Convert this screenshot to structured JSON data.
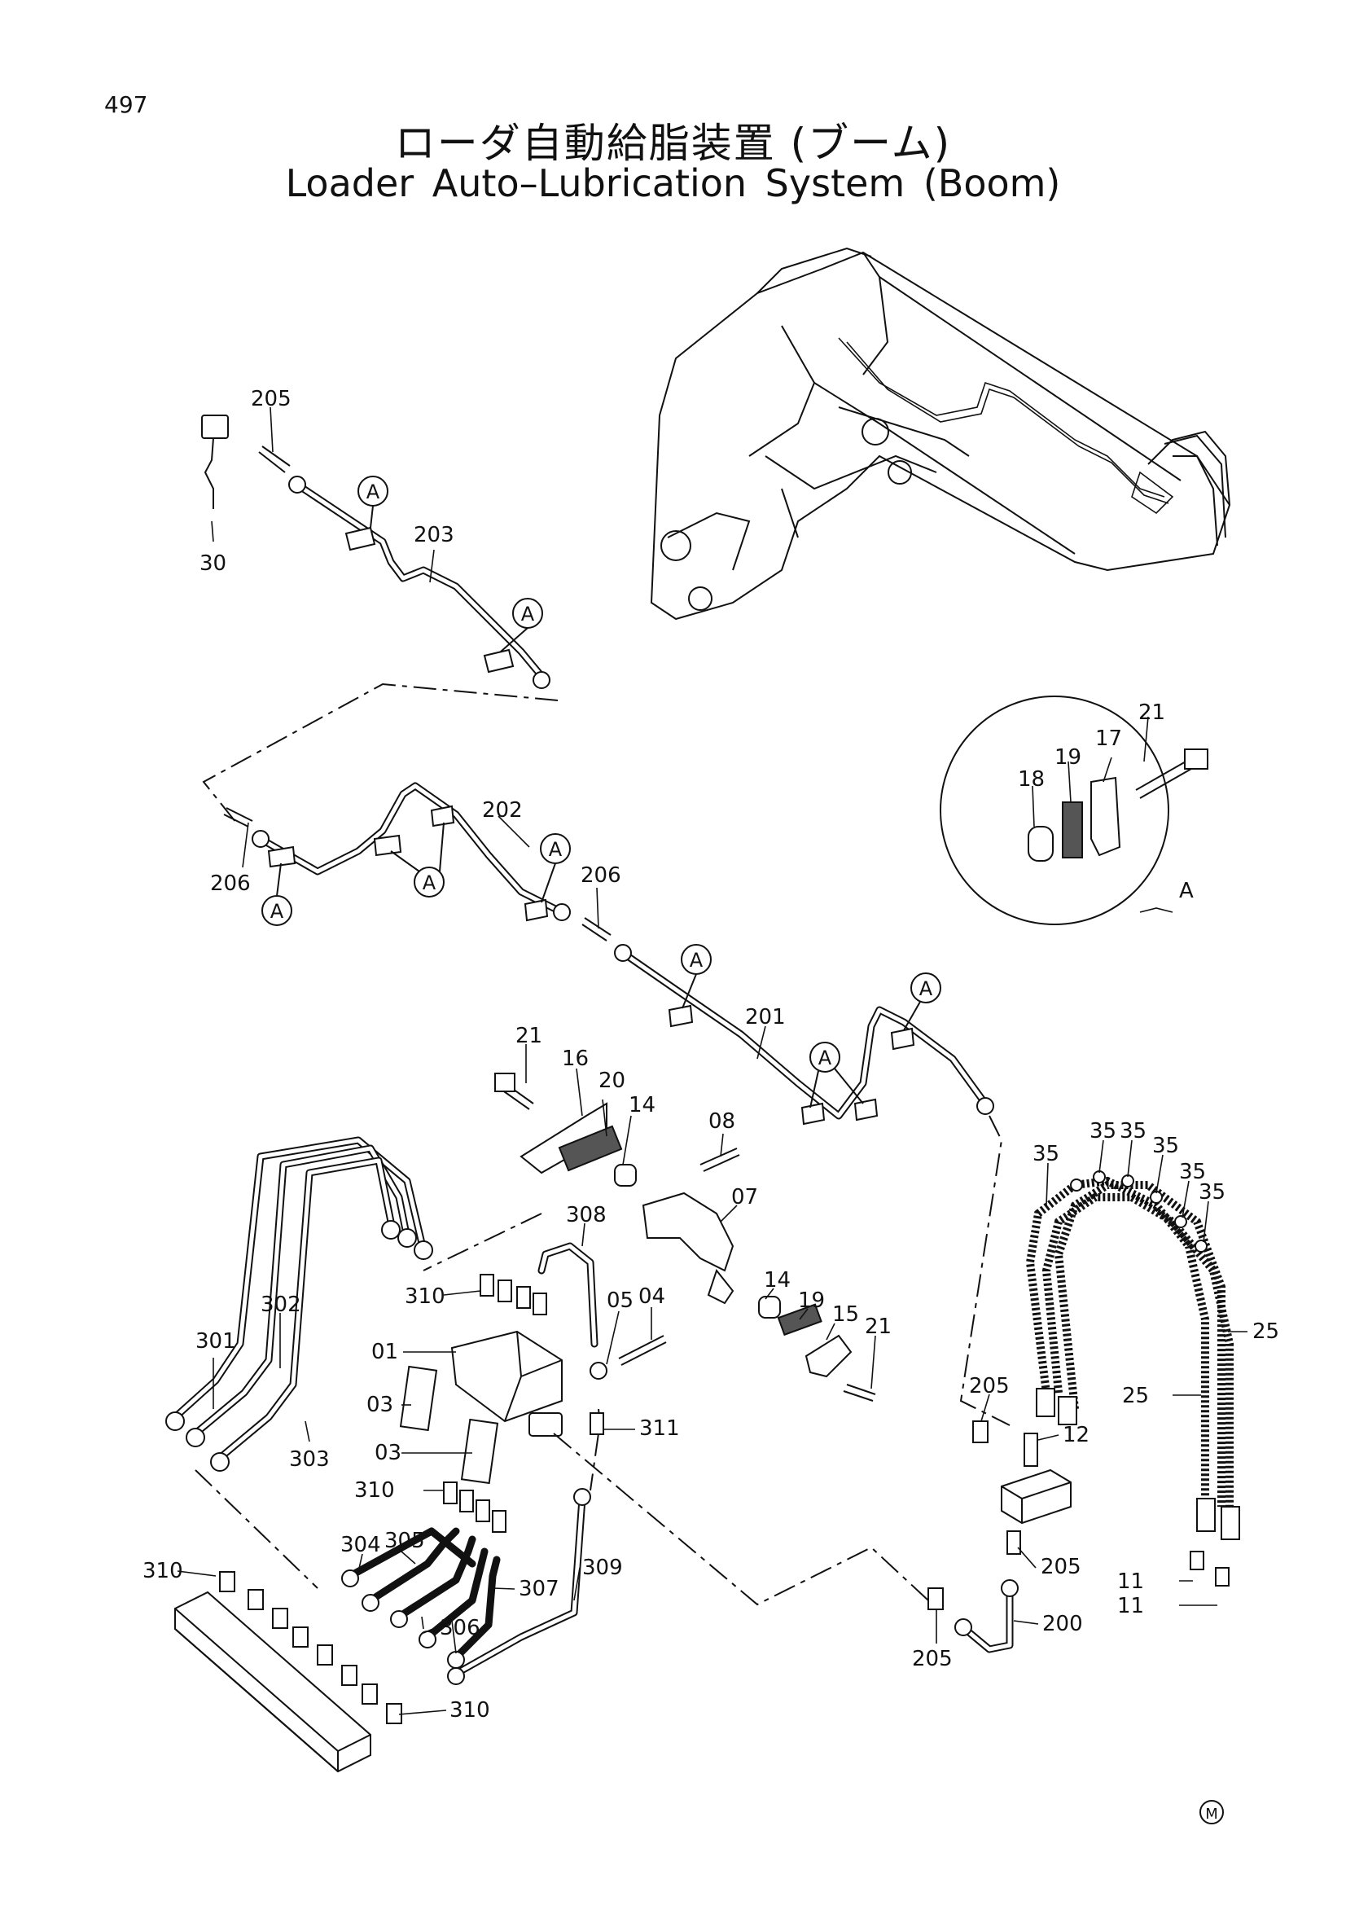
{
  "page": {
    "number": "497",
    "title_jp": "ローダ自動給脂装置 (ブーム)",
    "title_en": "Loader Auto–Lubrication System (Boom)",
    "mark": "M"
  },
  "detail_view": {
    "letter": "A"
  },
  "callouts": {
    "ref_letter": "A"
  },
  "part_labels": {
    "p30": "30",
    "p205a": "205",
    "p203": "203",
    "p202": "202",
    "p206a": "206",
    "p206b": "206",
    "p201": "201",
    "p21a": "21",
    "p17": "17",
    "p19a": "19",
    "p18": "18",
    "p21b": "21",
    "p16": "16",
    "p20": "20",
    "p14a": "14",
    "p08": "08",
    "p07": "07",
    "p14b": "14",
    "p19b": "19",
    "p15": "15",
    "p21c": "21",
    "p308": "308",
    "p310a": "310",
    "p05": "05",
    "p04": "04",
    "p302": "302",
    "p301": "301",
    "p01": "01",
    "p03a": "03",
    "p03b": "03",
    "p303": "303",
    "p311": "311",
    "p310b": "310",
    "p304": "304",
    "p305": "305",
    "p307": "307",
    "p306": "306",
    "p309": "309",
    "p310c": "310",
    "p310d": "310",
    "p205b": "205",
    "p205c": "205",
    "p205d": "205",
    "p200": "200",
    "p12": "12",
    "p11a": "11",
    "p11b": "11",
    "p25a": "25",
    "p25b": "25",
    "p35a": "35",
    "p35b": "35",
    "p35c": "35",
    "p35d": "35",
    "p35e": "35",
    "p35f": "35"
  }
}
